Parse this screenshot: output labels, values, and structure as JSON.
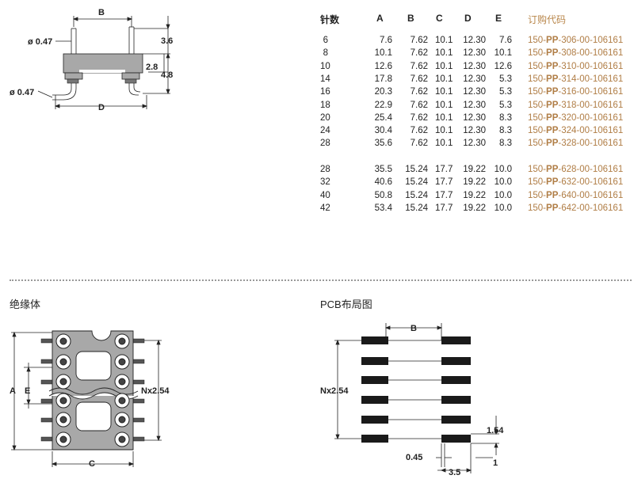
{
  "table": {
    "headers": {
      "pins": "针数",
      "a": "A",
      "b": "B",
      "c": "C",
      "d": "D",
      "e": "E",
      "code": "订购代码"
    },
    "rows_narrow": [
      {
        "pins": "6",
        "a": "7.6",
        "b": "7.62",
        "c": "10.1",
        "d": "12.30",
        "e": "7.6",
        "code_pre": "150-",
        "code_bold": "PP",
        "code_post": "-306-00-106161"
      },
      {
        "pins": "8",
        "a": "10.1",
        "b": "7.62",
        "c": "10.1",
        "d": "12.30",
        "e": "10.1",
        "code_pre": "150-",
        "code_bold": "PP",
        "code_post": "-308-00-106161"
      },
      {
        "pins": "10",
        "a": "12.6",
        "b": "7.62",
        "c": "10.1",
        "d": "12.30",
        "e": "12.6",
        "code_pre": "150-",
        "code_bold": "PP",
        "code_post": "-310-00-106161"
      },
      {
        "pins": "14",
        "a": "17.8",
        "b": "7.62",
        "c": "10.1",
        "d": "12.30",
        "e": "5.3",
        "code_pre": "150-",
        "code_bold": "PP",
        "code_post": "-314-00-106161"
      },
      {
        "pins": "16",
        "a": "20.3",
        "b": "7.62",
        "c": "10.1",
        "d": "12.30",
        "e": "5.3",
        "code_pre": "150-",
        "code_bold": "PP",
        "code_post": "-316-00-106161"
      },
      {
        "pins": "18",
        "a": "22.9",
        "b": "7.62",
        "c": "10.1",
        "d": "12.30",
        "e": "5.3",
        "code_pre": "150-",
        "code_bold": "PP",
        "code_post": "-318-00-106161"
      },
      {
        "pins": "20",
        "a": "25.4",
        "b": "7.62",
        "c": "10.1",
        "d": "12.30",
        "e": "8.3",
        "code_pre": "150-",
        "code_bold": "PP",
        "code_post": "-320-00-106161"
      },
      {
        "pins": "24",
        "a": "30.4",
        "b": "7.62",
        "c": "10.1",
        "d": "12.30",
        "e": "8.3",
        "code_pre": "150-",
        "code_bold": "PP",
        "code_post": "-324-00-106161"
      },
      {
        "pins": "28",
        "a": "35.6",
        "b": "7.62",
        "c": "10.1",
        "d": "12.30",
        "e": "8.3",
        "code_pre": "150-",
        "code_bold": "PP",
        "code_post": "-328-00-106161"
      }
    ],
    "rows_wide": [
      {
        "pins": "28",
        "a": "35.5",
        "b": "15.24",
        "c": "17.7",
        "d": "19.22",
        "e": "10.0",
        "code_pre": "150-",
        "code_bold": "PP",
        "code_post": "-628-00-106161"
      },
      {
        "pins": "32",
        "a": "40.6",
        "b": "15.24",
        "c": "17.7",
        "d": "19.22",
        "e": "10.0",
        "code_pre": "150-",
        "code_bold": "PP",
        "code_post": "-632-00-106161"
      },
      {
        "pins": "40",
        "a": "50.8",
        "b": "15.24",
        "c": "17.7",
        "d": "19.22",
        "e": "10.0",
        "code_pre": "150-",
        "code_bold": "PP",
        "code_post": "-640-00-106161"
      },
      {
        "pins": "42",
        "a": "53.4",
        "b": "15.24",
        "c": "17.7",
        "d": "19.22",
        "e": "10.0",
        "code_pre": "150-",
        "code_bold": "PP",
        "code_post": "-642-00-106161"
      }
    ]
  },
  "side_view": {
    "label_b": "B",
    "label_d": "D",
    "dim_047_top": "ø 0.47",
    "dim_047_bottom": "ø 0.47",
    "dim_36": "3.6",
    "dim_28": "2.8",
    "dim_48": "4.8"
  },
  "insulator": {
    "title": "绝缘体",
    "label_a": "A",
    "label_e": "E",
    "label_c": "C",
    "label_n": "Nx2.54"
  },
  "pcb": {
    "title": "PCB布局图",
    "label_b": "B",
    "label_n": "Nx2.54",
    "dim_154": "1.54",
    "dim_045": "0.45",
    "dim_35": "3.5",
    "dim_1": "1"
  },
  "colors": {
    "code": "#b07d45",
    "header_code": "#b8864a",
    "pad": "#1a1a1a",
    "body_gray": "#a8a8a8"
  }
}
